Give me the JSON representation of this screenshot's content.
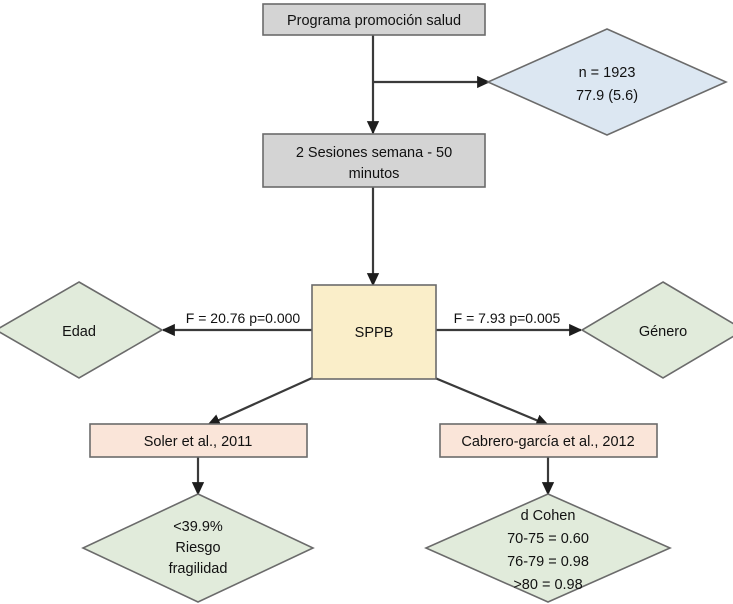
{
  "diagram": {
    "title_node": {
      "id": "programa",
      "label": "Programa promoción salud",
      "fill": "#d4d4d4",
      "shape": "rect"
    },
    "sample_node": {
      "id": "muestra",
      "line1": "n = 1923",
      "line2": "77.9 (5.6)",
      "fill": "#dce7f2",
      "shape": "diamond"
    },
    "sessions_node": {
      "id": "sesiones",
      "line1": "2 Sesiones semana - 50",
      "line2": "minutos",
      "fill": "#d4d4d4",
      "shape": "rect"
    },
    "center_node": {
      "id": "sppb",
      "label": "SPPB",
      "fill": "#faeec9",
      "shape": "rect"
    },
    "left_node": {
      "id": "edad",
      "label": "Edad",
      "fill": "#e1ebdb",
      "shape": "diamond"
    },
    "right_node": {
      "id": "genero",
      "label": "Género",
      "fill": "#e1ebdb",
      "shape": "diamond"
    },
    "left_ref_node": {
      "id": "soler",
      "label": "Soler et al., 2011",
      "fill": "#fae5d9",
      "shape": "rect"
    },
    "right_ref_node": {
      "id": "cabrero",
      "label": "Cabrero-garcía et al., 2012",
      "fill": "#fae5d9",
      "shape": "rect"
    },
    "left_result_node": {
      "id": "fragilidad",
      "line1": "<39.9%",
      "line2": "Riesgo",
      "line3": "fragilidad",
      "fill": "#e1ebdb",
      "shape": "diamond"
    },
    "right_result_node": {
      "id": "cohen",
      "line1_italic": "d",
      "line1_rest": "Cohen",
      "line2": "70-75 = 0.60",
      "line3": "76-79 = 0.98",
      "line4": ">80 = 0.98",
      "fill": "#e1ebdb",
      "shape": "diamond"
    },
    "edges": {
      "left_stat_label": "F = 20.76 p=0.000",
      "right_stat_label": "F = 7.93 p=0.005"
    },
    "colors": {
      "stroke": "#6b6b6b",
      "connector": "#3a3a3a",
      "text": "#111111",
      "background": "#ffffff"
    }
  }
}
